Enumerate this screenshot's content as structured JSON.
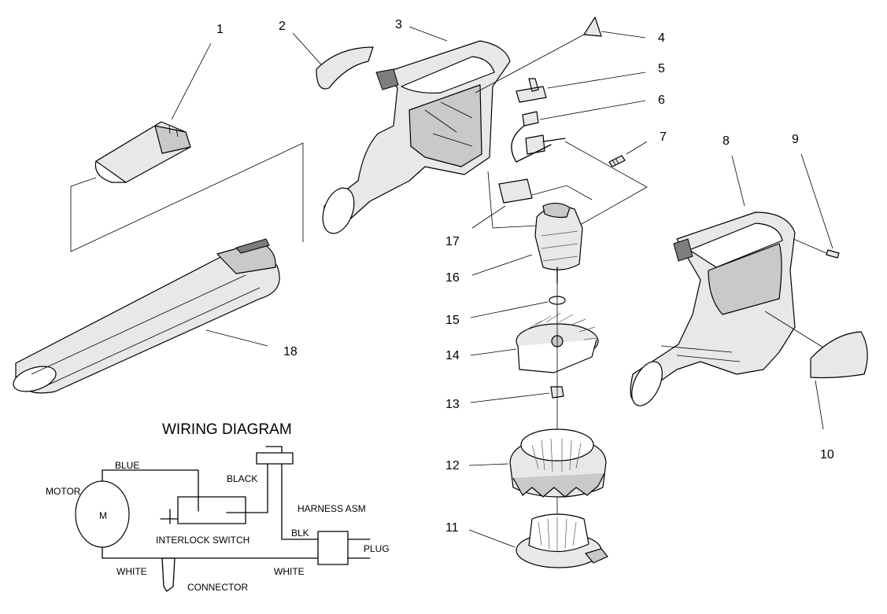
{
  "callouts": [
    "1",
    "2",
    "3",
    "4",
    "5",
    "6",
    "7",
    "8",
    "9",
    "10",
    "11",
    "12",
    "13",
    "14",
    "15",
    "16",
    "17",
    "18"
  ],
  "wiring": {
    "title": "WIRING DIAGRAM",
    "motor": "MOTOR",
    "motor_symbol": "M",
    "blue": "BLUE",
    "black": "BLACK",
    "harness": "HARNESS ASM",
    "blk": "BLK",
    "plug": "PLUG",
    "interlock": "INTERLOCK SWITCH",
    "white_left": "WHITE",
    "white_right": "WHITE",
    "connector": "CONNECTOR"
  }
}
